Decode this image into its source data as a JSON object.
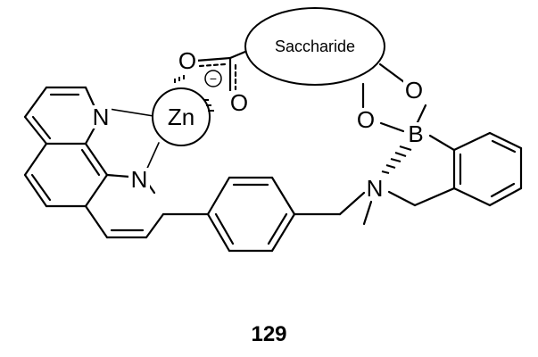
{
  "structure": {
    "atoms": {
      "zinc": "Zn",
      "phen_n_top": "N",
      "phen_n_bottom": "N",
      "carboxylate_o_upper": "O",
      "carboxylate_o_lower": "O",
      "boronate_o_upper": "O",
      "boronate_o_lower": "O",
      "boron": "B",
      "amine_n": "N"
    },
    "carboxylate_charge": "−",
    "saccharide_label": "Saccharide"
  },
  "compound_number": "129"
}
